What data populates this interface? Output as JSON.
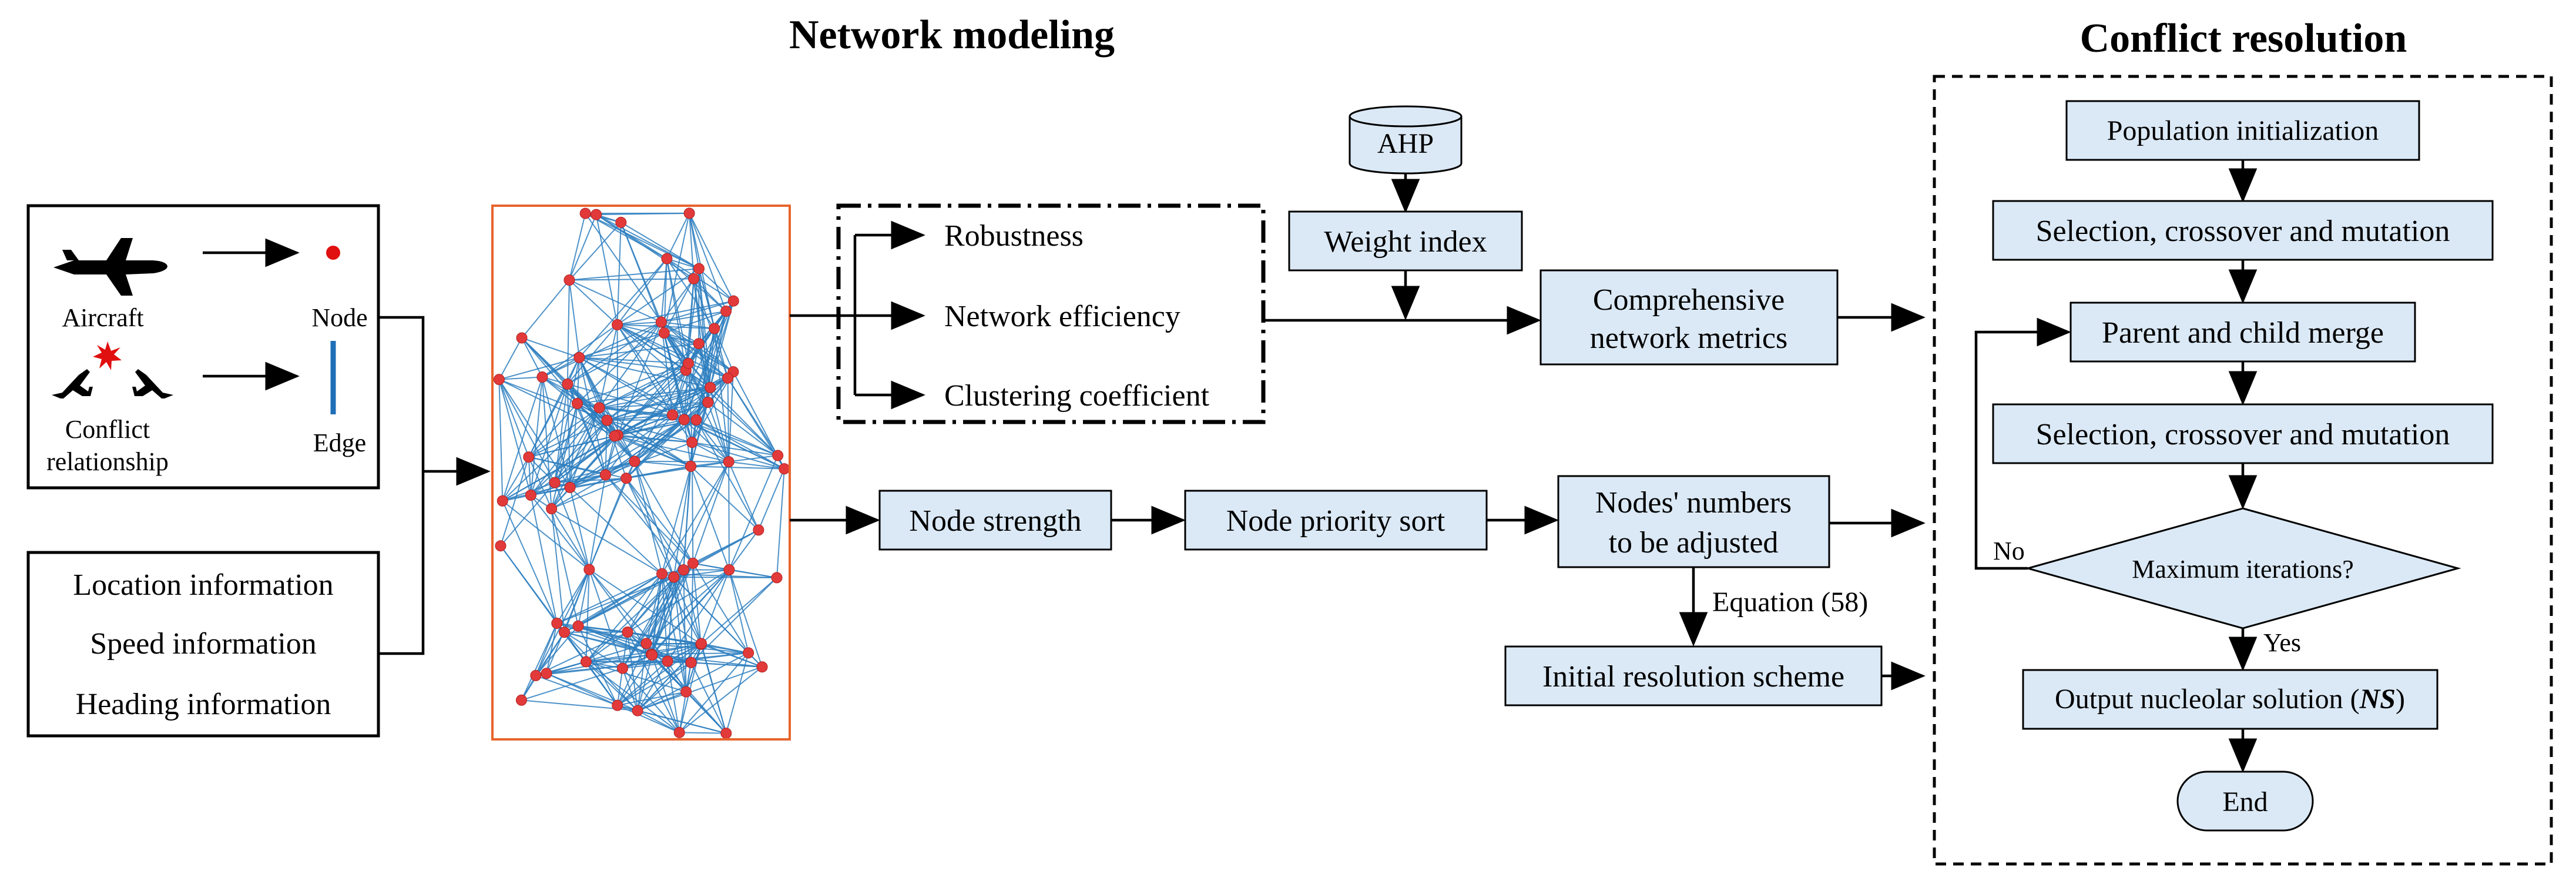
{
  "titles": {
    "network_modeling": "Network modeling",
    "conflict_resolution": "Conflict resolution"
  },
  "legend": {
    "aircraft": "Aircraft",
    "node": "Node",
    "conflict_line1": "Conflict",
    "conflict_line2": "relationship",
    "edge": "Edge"
  },
  "info_box": {
    "location": "Location information",
    "speed": "Speed information",
    "heading": "Heading information"
  },
  "metrics": {
    "robustness": "Robustness",
    "efficiency": "Network efficiency",
    "clustering": "Clustering coefficient"
  },
  "ahp": "AHP",
  "weight_index": "Weight index",
  "comprehensive_line1": "Comprehensive",
  "comprehensive_line2": "network metrics",
  "node_strength": "Node strength",
  "node_priority": "Node priority sort",
  "nodes_adjusted_line1": "Nodes' numbers",
  "nodes_adjusted_line2": "to be adjusted",
  "equation": "Equation (58)",
  "initial_scheme": "Initial resolution scheme",
  "resolution": {
    "population_init": "Population initialization",
    "selection1": "Selection, crossover and mutation",
    "merge": "Parent and child merge",
    "selection2": "Selection, crossover and mutation",
    "max_iter": "Maximum iterations?",
    "no": "No",
    "yes": "Yes",
    "output_prefix": "Output nucleolar solution (",
    "output_ns": "NS",
    "output_suffix": ")",
    "end": "End"
  },
  "colors": {
    "box_fill": "#dbe9f6",
    "network_frame": "#e8642c",
    "edge_blue": "#2e7fc0",
    "node_red": "#e23a3a"
  }
}
